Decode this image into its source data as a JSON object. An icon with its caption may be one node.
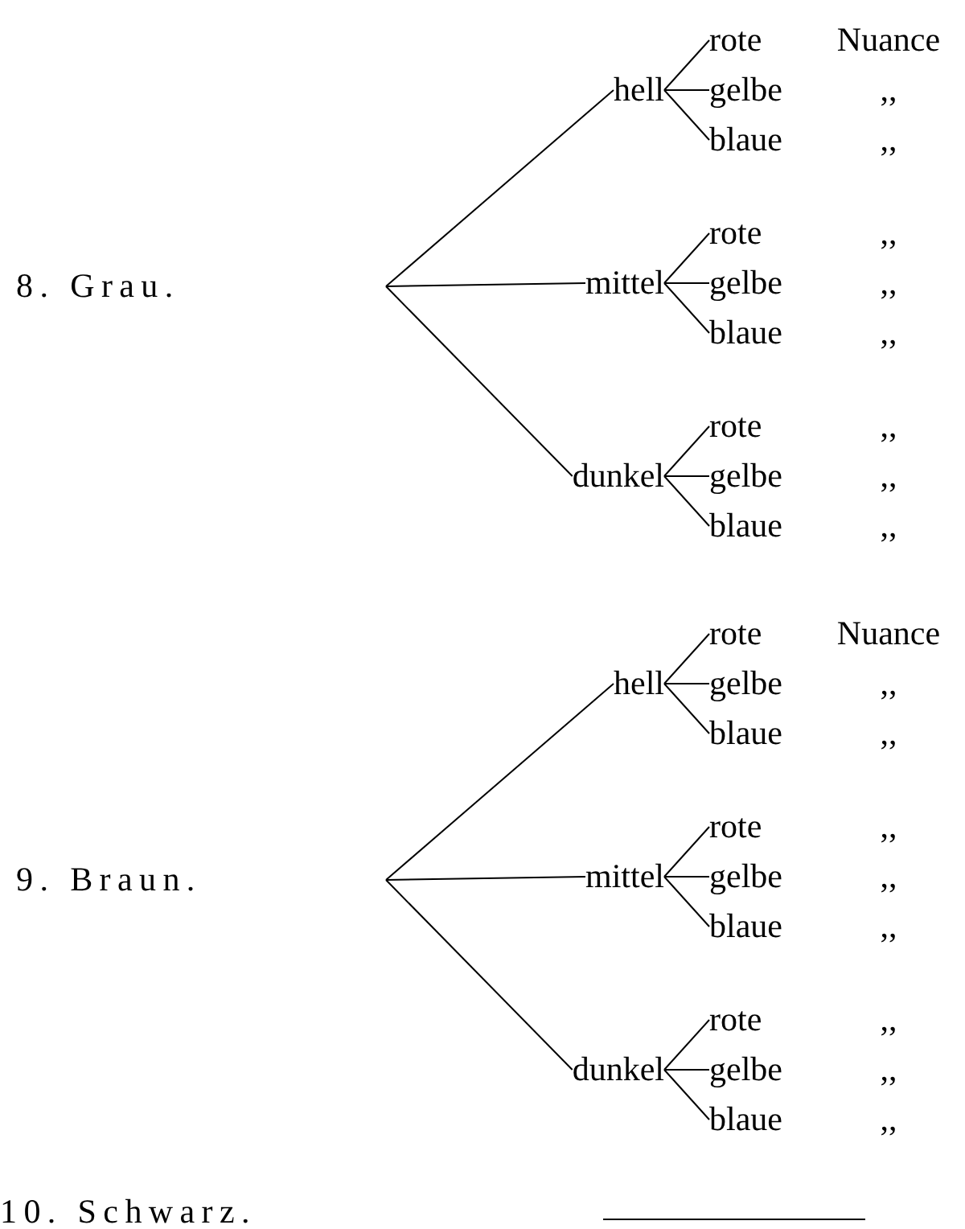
{
  "diagram": {
    "nodes": [
      {
        "text": [
          "8. Grau."
        ]
      },
      {
        "text": [
          "hell"
        ]
      },
      {
        "text": [
          "rote"
        ],
        "beside": [
          "Nuance"
        ]
      },
      {
        "text": [
          "gelbe"
        ],
        "beside": [
          ",,"
        ]
      },
      {
        "text": [
          "blaue"
        ],
        "beside": [
          ",,"
        ]
      },
      {
        "text": [
          "mittel"
        ]
      },
      {
        "text": [
          "rote"
        ],
        "beside": [
          ",,"
        ]
      },
      {
        "text": [
          "gelbe"
        ],
        "beside": [
          ",,"
        ]
      },
      {
        "text": [
          "blaue"
        ],
        "beside": [
          ",,"
        ]
      },
      {
        "text": [
          "dunkel"
        ]
      },
      {
        "text": [
          "rote"
        ],
        "beside": [
          ",,"
        ]
      },
      {
        "text": [
          "gelbe"
        ],
        "beside": [
          ",,"
        ]
      },
      {
        "text": [
          "blaue"
        ],
        "beside": [
          ",,"
        ]
      },
      {
        "text": [
          "9. Braun."
        ]
      },
      {
        "text": [
          "hell"
        ]
      },
      {
        "text": [
          "rote"
        ],
        "beside": [
          "Nuance"
        ]
      },
      {
        "text": [
          "gelbe"
        ],
        "beside": [
          ",,"
        ]
      },
      {
        "text": [
          "blaue"
        ],
        "beside": [
          ",,"
        ]
      },
      {
        "text": [
          "mittel"
        ]
      },
      {
        "text": [
          "rote"
        ],
        "beside": [
          ",,"
        ]
      },
      {
        "text": [
          "gelbe"
        ],
        "beside": [
          ",,"
        ]
      },
      {
        "text": [
          "blaue"
        ],
        "beside": [
          ",,"
        ]
      },
      {
        "text": [
          "dunkel"
        ]
      },
      {
        "text": [
          "rote"
        ],
        "beside": [
          ",,"
        ]
      },
      {
        "text": [
          "gelbe"
        ],
        "beside": [
          ",,"
        ]
      },
      {
        "text": [
          "blaue"
        ],
        "beside": [
          ",,"
        ]
      }
    ],
    "edges": [
      {
        "from": null,
        "to": 1,
        "arrow": "none"
      },
      {
        "from": null,
        "to": 5,
        "arrow": "none"
      },
      {
        "from": null,
        "to": 9,
        "arrow": "none"
      },
      {
        "from": 1,
        "to": 2,
        "arrow": "none"
      },
      {
        "from": 1,
        "to": 3,
        "arrow": "none"
      },
      {
        "from": 1,
        "to": 4,
        "arrow": "none"
      },
      {
        "from": 5,
        "to": 6,
        "arrow": "none"
      },
      {
        "from": 5,
        "to": 7,
        "arrow": "none"
      },
      {
        "from": 5,
        "to": 8,
        "arrow": "none"
      },
      {
        "from": 9,
        "to": 10,
        "arrow": "none"
      },
      {
        "from": 9,
        "to": 11,
        "arrow": "none"
      },
      {
        "from": 9,
        "to": 12,
        "arrow": "none"
      },
      {
        "from": null,
        "to": 14,
        "arrow": "none"
      },
      {
        "from": null,
        "to": 18,
        "arrow": "none"
      },
      {
        "from": null,
        "to": 22,
        "arrow": "none"
      },
      {
        "from": 14,
        "to": 15,
        "arrow": "none"
      },
      {
        "from": 14,
        "to": 16,
        "arrow": "none"
      },
      {
        "from": 14,
        "to": 17,
        "arrow": "none"
      },
      {
        "from": 18,
        "to": 19,
        "arrow": "none"
      },
      {
        "from": 18,
        "to": 20,
        "arrow": "none"
      },
      {
        "from": 18,
        "to": 21,
        "arrow": "none"
      },
      {
        "from": 22,
        "to": 23,
        "arrow": "none"
      },
      {
        "from": 22,
        "to": 24,
        "arrow": "none"
      },
      {
        "from": 22,
        "to": 25,
        "arrow": "none"
      }
    ],
    "labels": [
      "10. Schwarz."
    ]
  }
}
